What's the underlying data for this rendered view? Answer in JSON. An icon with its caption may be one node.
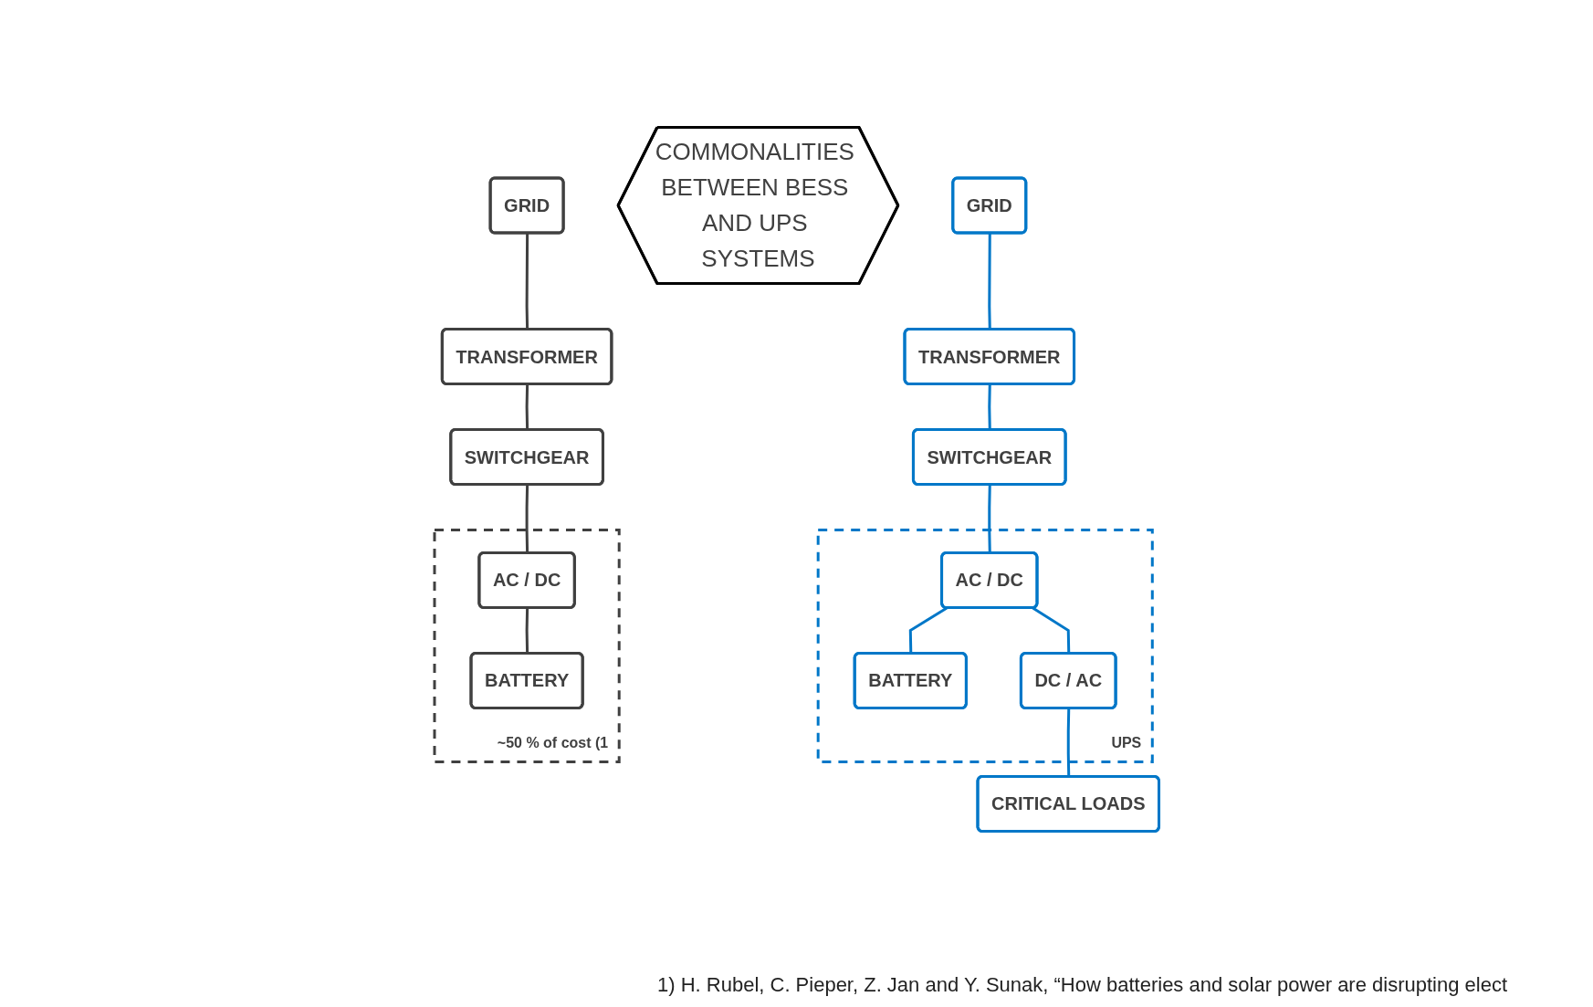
{
  "diagram": {
    "nodes": [
      {
        "text": [
          "GRID"
        ]
      },
      {
        "text": [
          "TRANSFORMER"
        ]
      },
      {
        "text": [
          "SWITCHGEAR"
        ]
      },
      {
        "text": [
          "UPS"
        ]
      },
      {
        "text": [
          "AC / DC"
        ],
        "in": 3
      },
      {
        "text": [
          "BATTERY"
        ],
        "in": 3
      },
      {
        "text": [
          "DC / AC"
        ],
        "in": 3
      },
      {
        "text": [
          "CRITICAL LOADS"
        ]
      },
      {
        "text": [
          "COMMONALITIES BETWEEN BESS AND UPS SYSTEMS"
        ]
      },
      {
        "text": [
          "GRID"
        ]
      },
      {
        "text": [
          "TRANSFORMER"
        ]
      },
      {
        "text": [
          "SWITCHGEAR"
        ]
      },
      {
        "text": [
          "~50 % of cost (1"
        ]
      },
      {
        "text": [
          "AC / DC"
        ],
        "in": 12
      },
      {
        "text": [
          "BATTERY"
        ],
        "in": 12
      }
    ],
    "edges": [
      {
        "from": 0,
        "to": 1,
        "arrow": "none"
      },
      {
        "from": 1,
        "to": 2,
        "arrow": "none"
      },
      {
        "from": 2,
        "to": 4,
        "arrow": "none"
      },
      {
        "from": 4,
        "to": 6,
        "arrow": "none"
      },
      {
        "from": 4,
        "to": 5,
        "arrow": "none"
      },
      {
        "from": 6,
        "to": 7,
        "arrow": "none"
      },
      {
        "from": 9,
        "to": 10,
        "arrow": "none",
        "color": "#404040"
      },
      {
        "from": 10,
        "to": 11,
        "arrow": "none",
        "color": "#404040"
      },
      {
        "from": 11,
        "to": 13,
        "arrow": "none",
        "color": "#404040"
      },
      {
        "from": 13,
        "to": 14,
        "arrow": "none",
        "color": "#404040"
      }
    ],
    "labels": [
      "1) H. Rubel, C. Pieper, Z. Jan and Y. Sunak, “How batteries and solar power are disrupting elect"
    ]
  }
}
